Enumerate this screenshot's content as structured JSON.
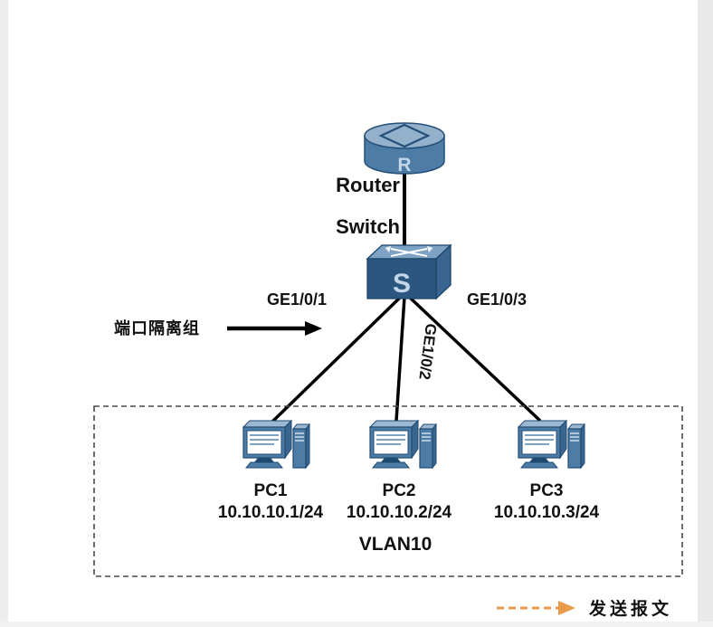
{
  "diagram": {
    "type": "network-topology",
    "router": {
      "label": "Router",
      "letter": "R"
    },
    "switch": {
      "label": "Switch",
      "letter": "S"
    },
    "ports": {
      "left": "GE1/0/1",
      "middle": "GE1/0/2",
      "right": "GE1/0/3"
    },
    "isolation_group_label": "端口隔离组",
    "vlan_label": "VLAN10",
    "pcs": [
      {
        "name": "PC1",
        "ip": "10.10.10.1/24"
      },
      {
        "name": "PC2",
        "ip": "10.10.10.2/24"
      },
      {
        "name": "PC3",
        "ip": "10.10.10.3/24"
      }
    ],
    "legend": {
      "send_packet_label": "发送报文"
    },
    "colors": {
      "device_dark": "#2b567f",
      "device_mid": "#4d7ca6",
      "device_light": "#94b1cc",
      "line": "#000000",
      "legend_orange": "#e89b4a",
      "dashed_border": "#4a4a4a"
    }
  }
}
